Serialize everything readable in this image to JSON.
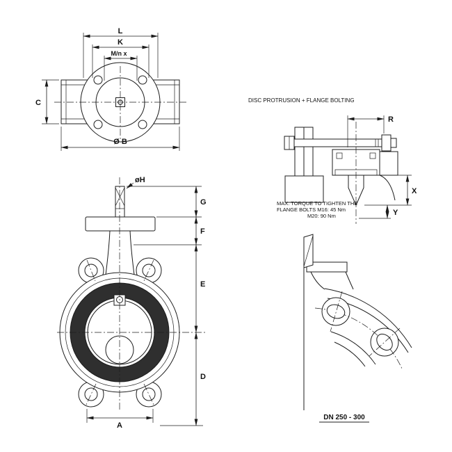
{
  "drawing": {
    "top_view": {
      "dim_l": "L",
      "dim_k": "K",
      "dim_m": "M/n x",
      "dim_c": "C",
      "dim_b": "Ø B"
    },
    "detail_view": {
      "title": "DISC PROTRUSION + FLANGE BOLTING",
      "dim_r": "R",
      "dim_x": "X",
      "dim_y": "Y",
      "note_line1": "MAX. TORQUE TO TIGHTEN THE",
      "note_line2": "FLANGE BOLTS  M16: 45 Nm",
      "note_line3": "M20: 90 Nm"
    },
    "front_view": {
      "dim_h": "øH",
      "dim_g": "G",
      "dim_f": "F",
      "dim_e": "E",
      "dim_d": "D",
      "dim_a": "A"
    },
    "partial_view": {
      "label": "DN 250 - 300"
    }
  },
  "colors": {
    "line": "#1c1c1c",
    "seat_black": "#2f2f2f",
    "seat_gray": "#8f8f8f",
    "background": "#ffffff"
  }
}
